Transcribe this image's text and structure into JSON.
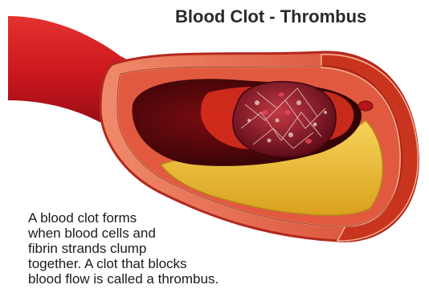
{
  "title": "Blood Clot - Thrombus",
  "caption_lines": [
    "A blood clot forms",
    "when blood cells and",
    "fibrin strands clump",
    "together. A clot that blocks",
    "blood flow is called a thrombus."
  ],
  "colors": {
    "vessel_red": "#c8161d",
    "vessel_dark": "#7a0a0f",
    "vessel_wall": "#e8664a",
    "fatty_plaque": "#f2c23a",
    "lumen_dark": "#3a0508",
    "clot": "#8b1a2a"
  }
}
